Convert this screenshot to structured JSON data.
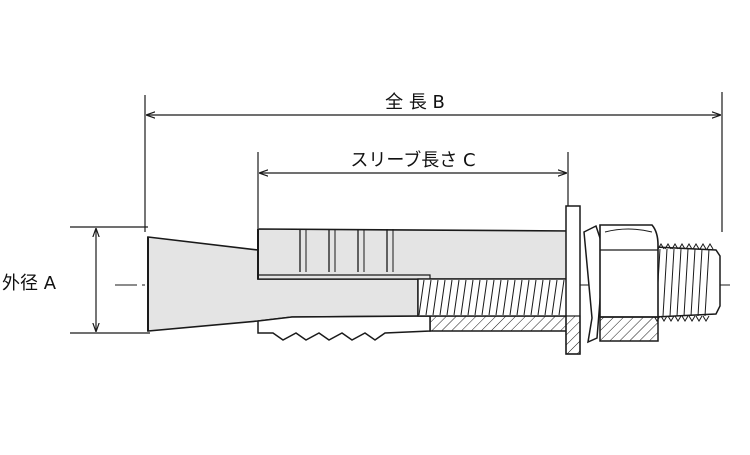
{
  "labels": {
    "overall_length": "全 長 B",
    "sleeve_length": "スリーブ長さ C",
    "outer_diameter": "外径 A"
  },
  "colors": {
    "line": "#1a1a1a",
    "body_fill": "#e4e4e4",
    "background": "#ffffff"
  }
}
